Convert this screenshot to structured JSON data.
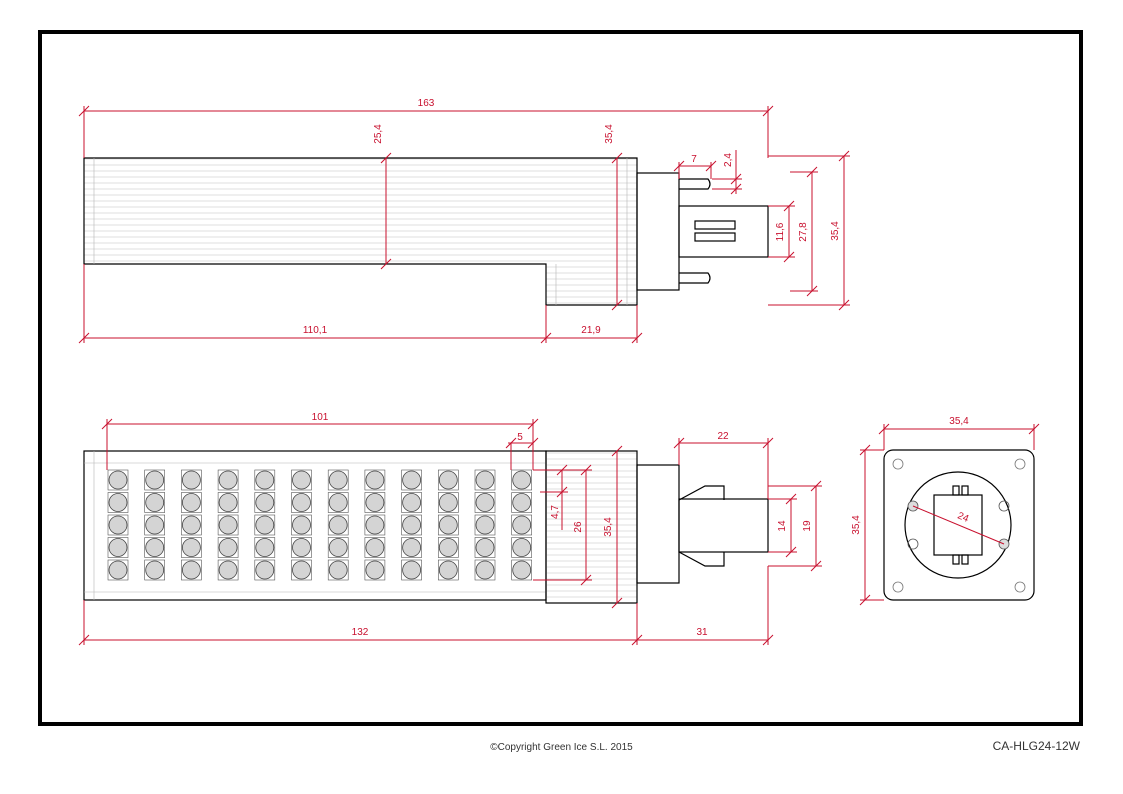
{
  "drawing": {
    "code": "CA-HLG24-12W",
    "copyright": "©Copyright Green Ice S.L. 2015"
  },
  "side_view": {
    "dims": {
      "overall_length": "163",
      "body_height": "25,4",
      "head_height": "35,4",
      "pin_length": "7",
      "pin_diameter": "2,4",
      "plug_height": "11,6",
      "pin_spacing": "27,8",
      "base_height": "35,4",
      "body_length": "110,1",
      "head_length": "21,9"
    }
  },
  "top_view": {
    "led_rows": 5,
    "led_cols": 12,
    "dims": {
      "led_span": "101",
      "led_pitch": "5",
      "led_spacing": "4,7",
      "led_field_height": "26",
      "body_width": "35,4",
      "plug_length": "22",
      "plug_width": "14",
      "flange_width": "19",
      "body_length": "132",
      "base_length": "31"
    }
  },
  "end_view": {
    "dims": {
      "width": "35,4",
      "height": "35,4",
      "pin_diagonal": "24"
    }
  }
}
